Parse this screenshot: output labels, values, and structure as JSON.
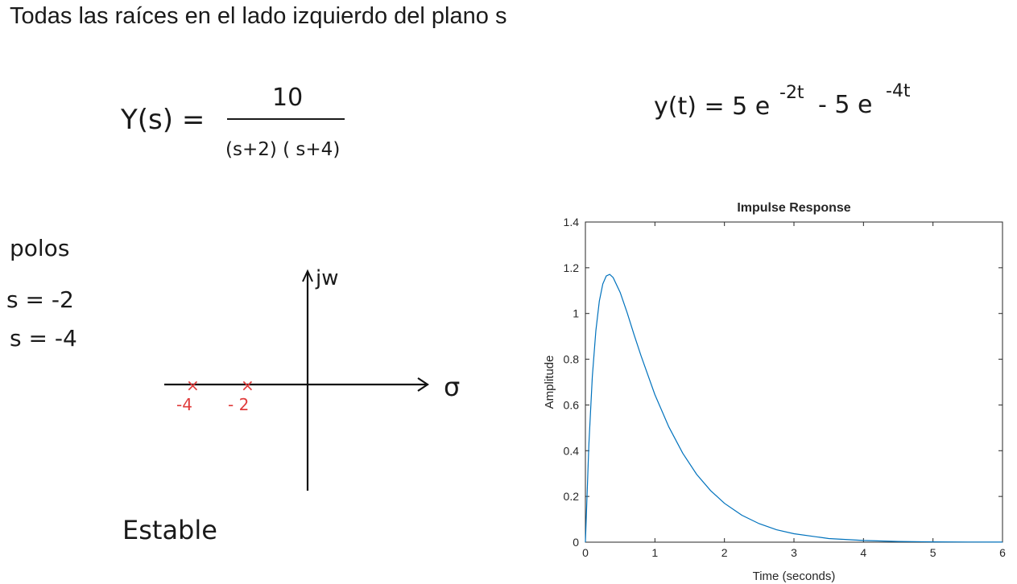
{
  "slide_title": "Todas las raíces en el lado izquierdo del plano s",
  "equations": {
    "Y_lhs": "Y(s) =",
    "Y_num": "10",
    "Y_den": "(s+2) ( s+4)",
    "y_time": {
      "lhs": "y(t) = 5 e",
      "exp1": "-2t",
      "mid": "- 5 e",
      "exp2": "-4t"
    }
  },
  "poles": {
    "heading": "polos",
    "lines": [
      "s = -2",
      "s = -4"
    ]
  },
  "splane": {
    "imag_label": "jw",
    "real_label": "σ",
    "pole_marks": [
      {
        "symbol": "×",
        "label": "-4",
        "value": -4
      },
      {
        "symbol": "×",
        "label": "- 2",
        "value": -2
      }
    ],
    "colors": {
      "axes": "#111111",
      "poles": "#e03c3c"
    }
  },
  "verdict": "Estable",
  "chart_data": {
    "type": "line",
    "title": "Impulse Response",
    "xlabel": "Time (seconds)",
    "ylabel": "Amplitude",
    "xlim": [
      0,
      6
    ],
    "ylim": [
      0,
      1.4
    ],
    "xticks": [
      "0",
      "1",
      "2",
      "3",
      "4",
      "5",
      "6"
    ],
    "yticks": [
      "0",
      "0.2",
      "0.4",
      "0.6",
      "0.8",
      "1",
      "1.2",
      "1.4"
    ],
    "grid": false,
    "series": [
      {
        "color": "#0072bd",
        "x": [
          0,
          0.05,
          0.1,
          0.15,
          0.2,
          0.25,
          0.3,
          0.35,
          0.4,
          0.5,
          0.6,
          0.7,
          0.8,
          1.0,
          1.2,
          1.4,
          1.6,
          1.8,
          2.0,
          2.25,
          2.5,
          2.75,
          3.0,
          3.5,
          4.0,
          4.5,
          5.0,
          5.5,
          6.0
        ],
        "y": [
          0,
          0.426,
          0.724,
          0.925,
          1.054,
          1.129,
          1.164,
          1.171,
          1.157,
          1.092,
          1.004,
          0.908,
          0.815,
          0.645,
          0.504,
          0.389,
          0.297,
          0.226,
          0.17,
          0.118,
          0.081,
          0.054,
          0.037,
          0.016,
          0.0073,
          0.0031,
          0.0014,
          0.0006,
          0.0002
        ]
      }
    ]
  }
}
